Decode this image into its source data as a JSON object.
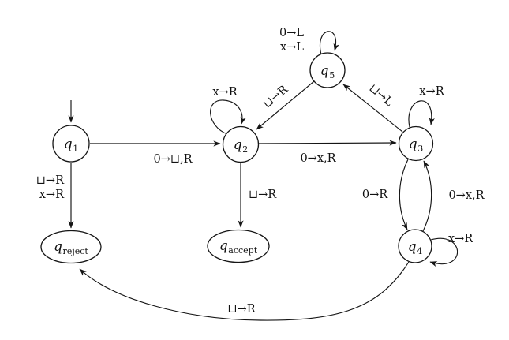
{
  "diagram": {
    "kind": "turing-machine-state-diagram",
    "colors": {
      "stroke": "#151515",
      "background": "#ffffff"
    },
    "states": {
      "q1": {
        "name": "q",
        "sub": "1"
      },
      "q2": {
        "name": "q",
        "sub": "2"
      },
      "q3": {
        "name": "q",
        "sub": "3"
      },
      "q4": {
        "name": "q",
        "sub": "4"
      },
      "q5": {
        "name": "q",
        "sub": "5"
      },
      "qaccept": {
        "name": "q",
        "sub": "accept"
      },
      "qreject": {
        "name": "q",
        "sub": "reject"
      }
    },
    "transitions": {
      "q1_q2": "0→⊔,R",
      "q2_q3": "0→x,R",
      "q2_loop": "x→R",
      "q5_q2": "⊔→R",
      "q3_q5": "⊔→L",
      "q5_loop_1": "0→L",
      "q5_loop_2": "x→L",
      "q3_loop": "x→R",
      "q3_q4": "0→R",
      "q4_q3": "0→x,R",
      "q4_loop": "x→R",
      "q1_qreject_1": "⊔→R",
      "q1_qreject_2": "x→R",
      "q2_qaccept": "⊔→R",
      "q4_qreject": "⊔→R"
    }
  }
}
